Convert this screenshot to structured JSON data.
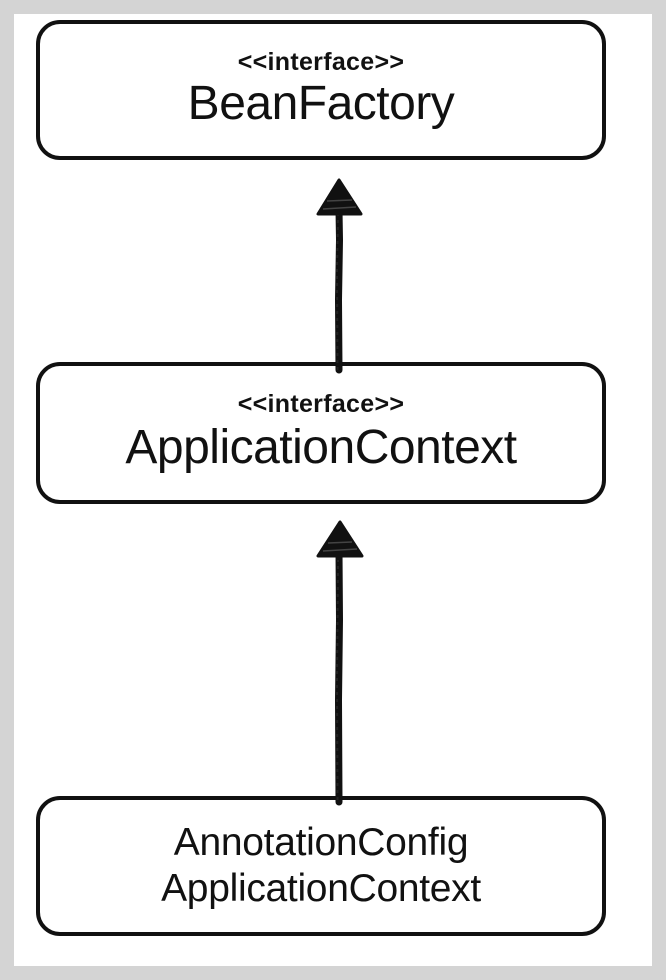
{
  "diagram": {
    "nodes": [
      {
        "id": "bean-factory",
        "stereotype": "<<interface>>",
        "name": "BeanFactory"
      },
      {
        "id": "application-context",
        "stereotype": "<<interface>>",
        "name": "ApplicationContext"
      },
      {
        "id": "annotation-config-application-context",
        "name_line1": "AnnotationConfig",
        "name_line2": "ApplicationContext"
      }
    ],
    "edges": [
      {
        "from": "application-context",
        "to": "bean-factory",
        "style": "arrow"
      },
      {
        "from": "annotation-config-application-context",
        "to": "application-context",
        "style": "arrow"
      }
    ]
  },
  "colors": {
    "background": "#d4d4d4",
    "sheet": "#ffffff",
    "ink": "#111111"
  }
}
